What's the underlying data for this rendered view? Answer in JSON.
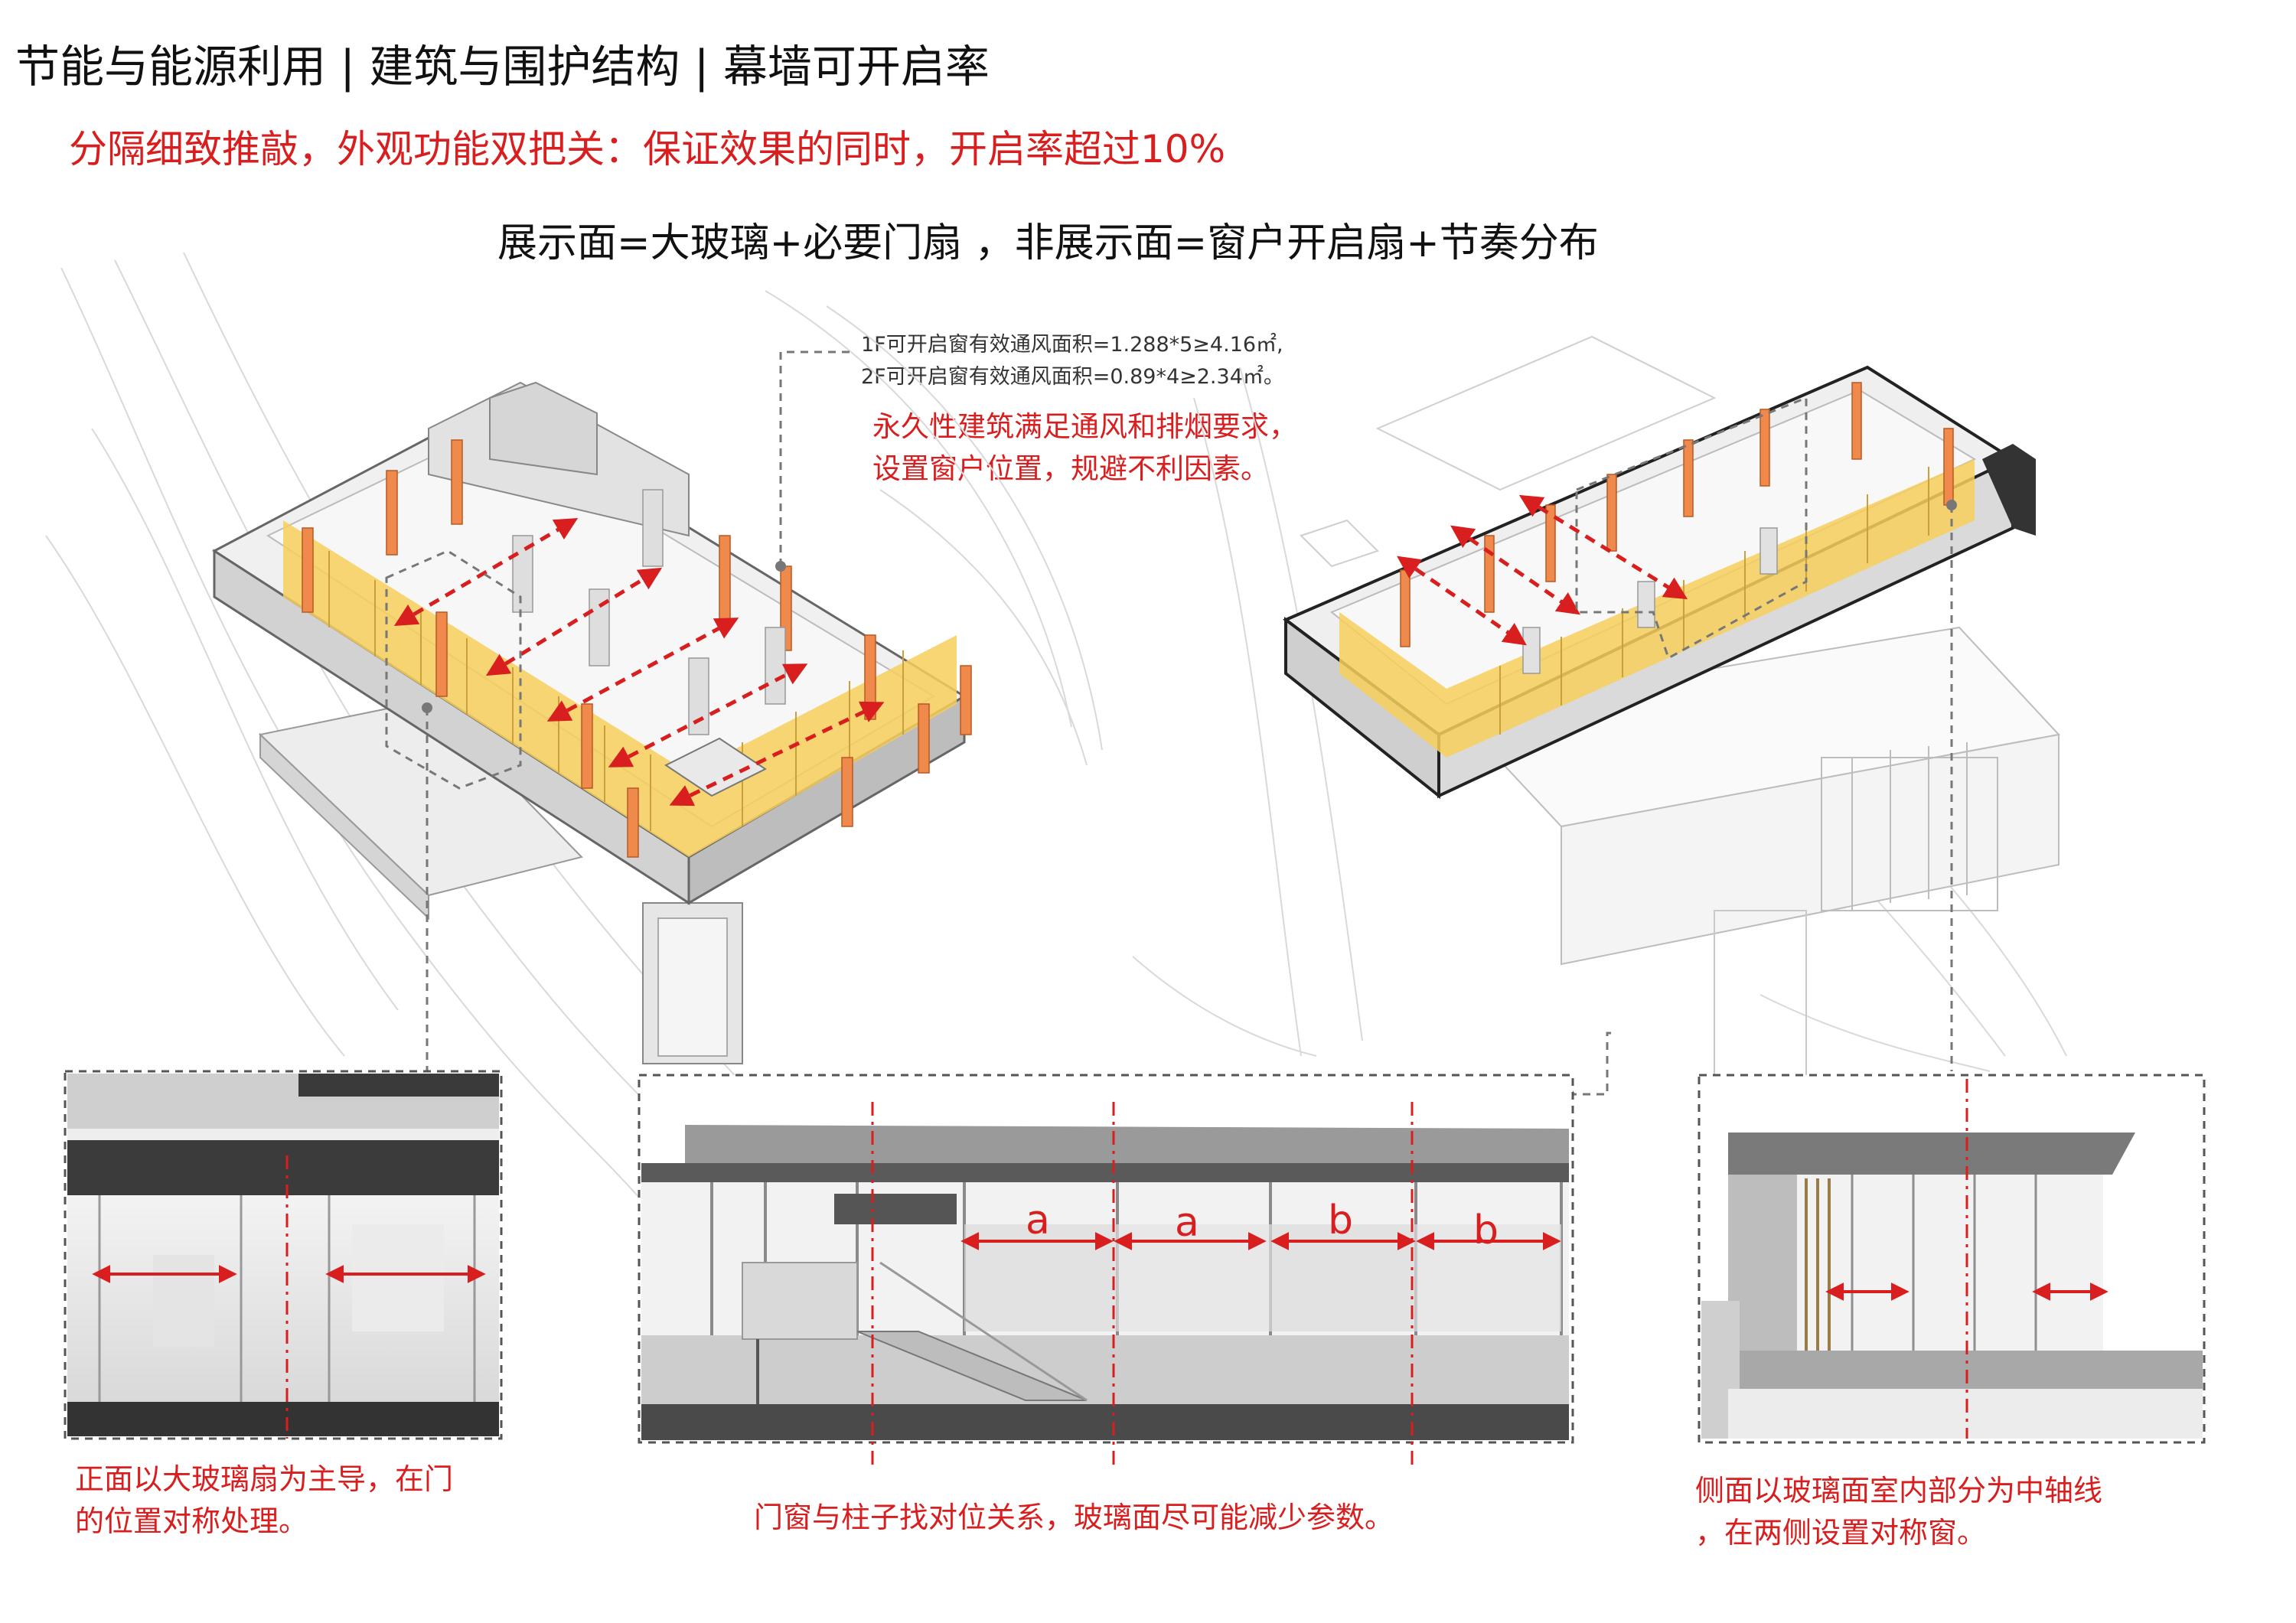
{
  "header": {
    "title": "节能与能源利用 | 建筑与围护结构 | 幕墙可开启率",
    "subtitle": "分隔细致推敲，外观功能双把关：保证效果的同时，开启率超过10%",
    "tagline": "展示面=大玻璃+必要门扇 ，非展示面=窗户开启扇+节奏分布"
  },
  "callout": {
    "line1": "1F可开启窗有效通风面积=1.288*5≥4.16㎡,",
    "line2": "2F可开启窗有效通风面积=0.89*4≥2.34㎡。",
    "note1": "永久性建筑满足通风和排烟要求，",
    "note2": "设置窗户位置，规避不利因素。"
  },
  "panels": {
    "left": {
      "caption1": "正面以大玻璃扇为主导，在门",
      "caption2": "的位置对称处理。"
    },
    "middle": {
      "caption": "门窗与柱子找对位关系，玻璃面尽可能减少参数。",
      "bay_labels": [
        "a",
        "a",
        "b",
        "b"
      ]
    },
    "right": {
      "caption1": "侧面以玻璃面室内部分为中轴线",
      "caption2": "，在两侧设置对称窗。"
    }
  },
  "colors": {
    "accent_red": "#d81e1e",
    "glass_yellow": "#f6cf5a",
    "column_orange": "#ef8a4c",
    "leader_gray": "#777777"
  }
}
